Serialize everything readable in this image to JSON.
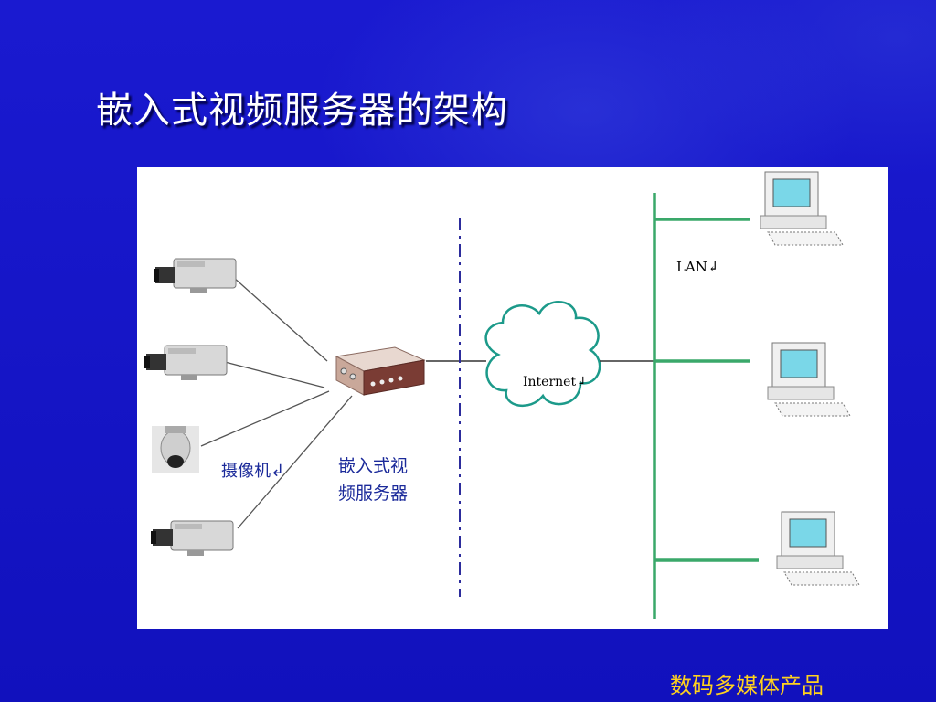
{
  "slide": {
    "title": "嵌入式视频服务器的架构",
    "footer": "数码多媒体产品"
  },
  "diagram": {
    "camera_label": "摄像机↲",
    "server_label_line1": "嵌入式视",
    "server_label_line2": "频服务器",
    "internet_label": "Internet↲",
    "lan_label": "LAN↲"
  },
  "colors": {
    "background": "#1414c8",
    "footer_text": "#ffd21e",
    "label_text": "#1b2a9a",
    "lan_line": "#3aa86a",
    "divider": "#2c2c9c",
    "cloud_stroke": "#1c9a8a"
  }
}
